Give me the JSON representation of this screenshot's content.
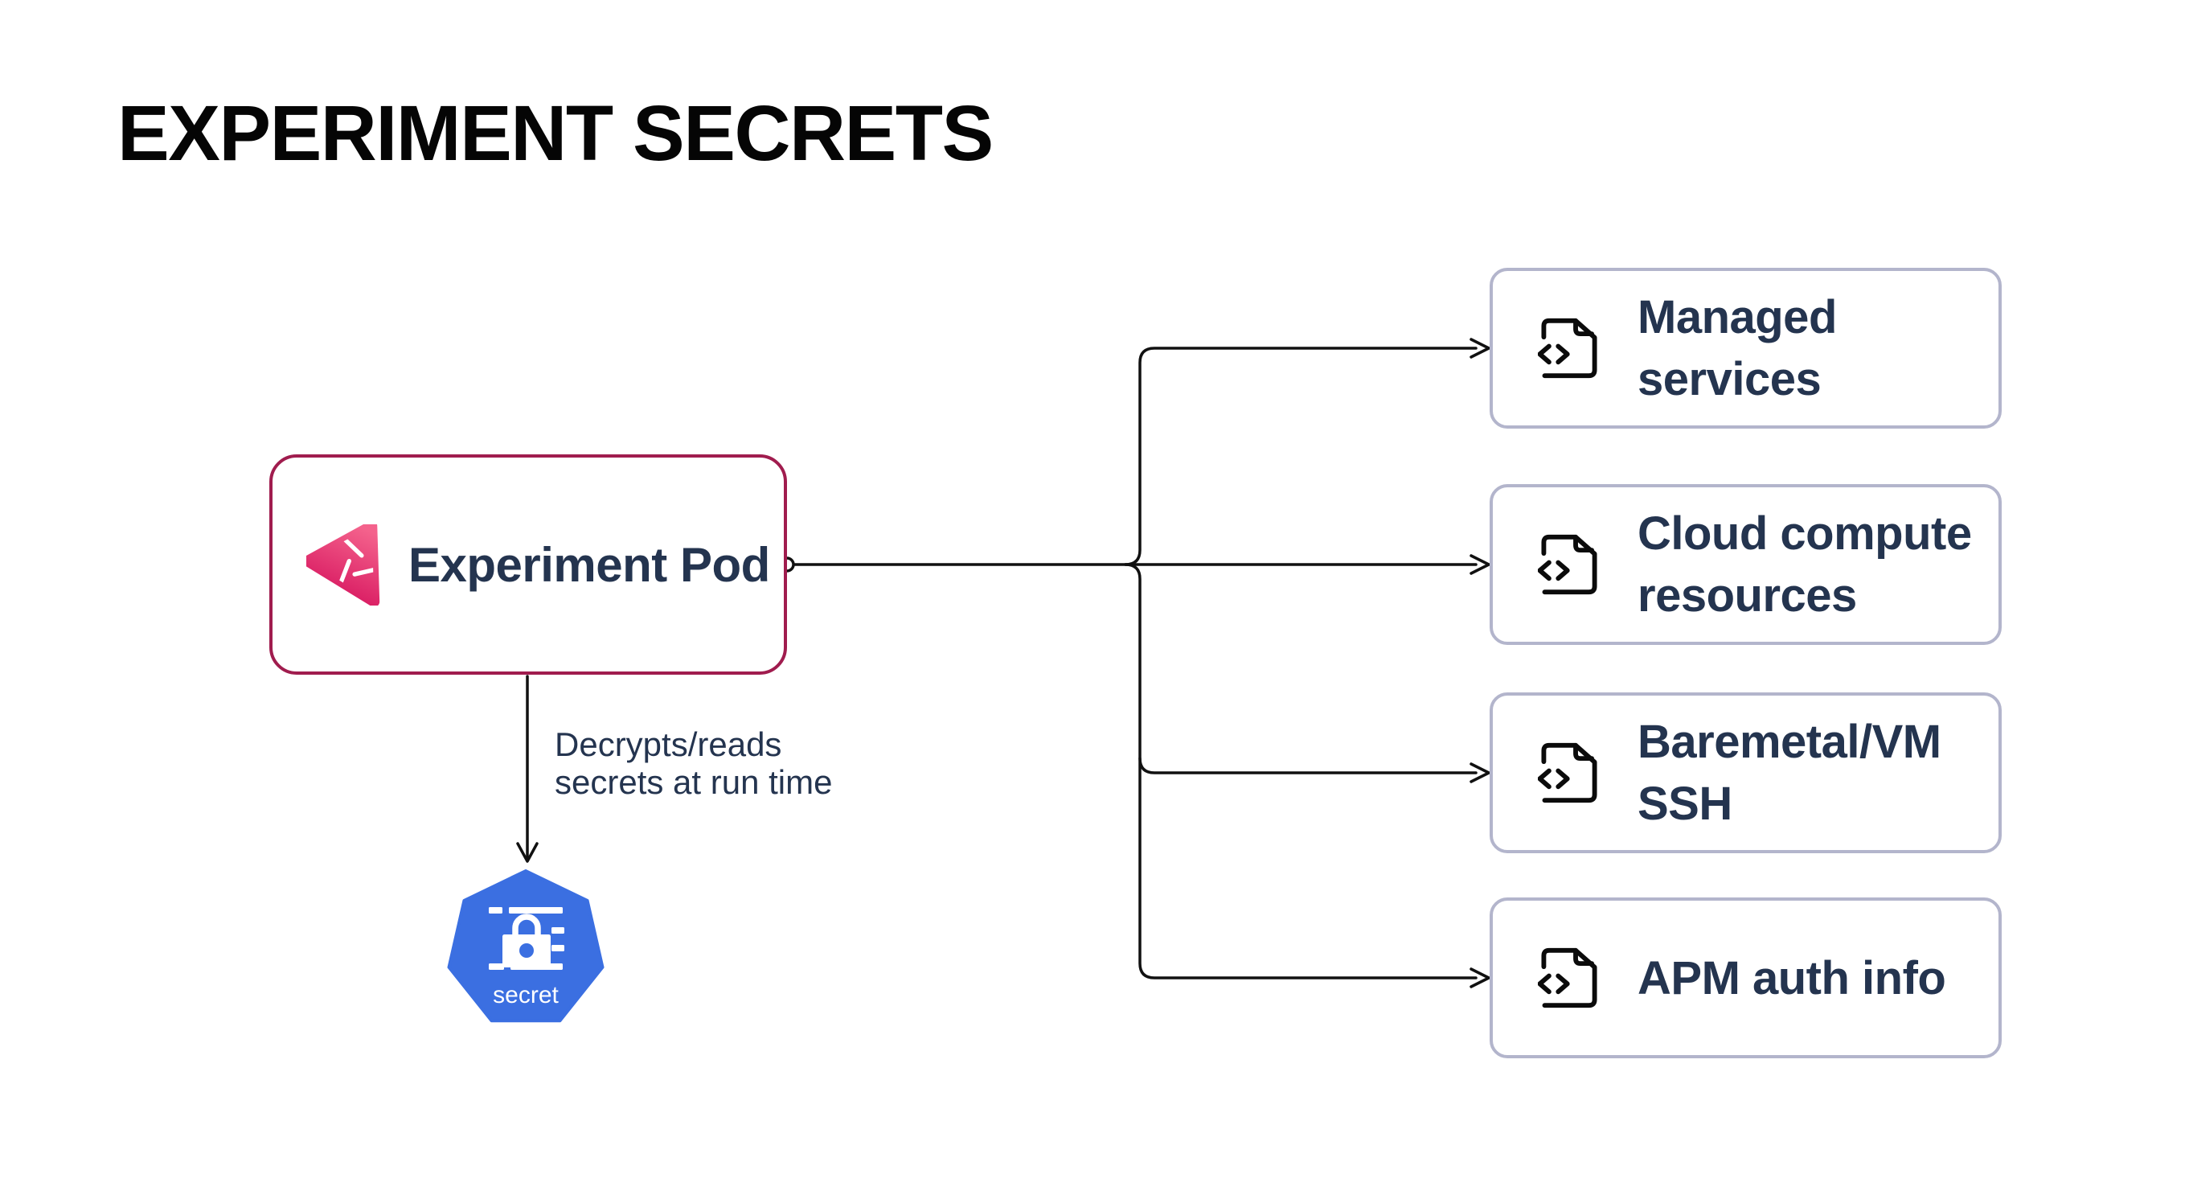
{
  "title": "EXPERIMENT SECRETS",
  "pod": {
    "label": "Experiment Pod",
    "icon": "litmus-experiment-icon"
  },
  "decrypt_note": {
    "lines": [
      "Decrypts/reads",
      "secrets at run time"
    ]
  },
  "secret_node": {
    "label": "secret",
    "icon": "kubernetes-secret-lock-icon"
  },
  "targets": [
    {
      "id": "managed-services",
      "lines": [
        "Managed",
        "services"
      ]
    },
    {
      "id": "cloud-compute",
      "lines": [
        "Cloud compute",
        "resources"
      ]
    },
    {
      "id": "baremetal-vm-ssh",
      "lines": [
        "Baremetal/VM",
        "SSH"
      ]
    },
    {
      "id": "apm-auth-info",
      "lines": [
        "APM auth info",
        ""
      ]
    }
  ],
  "colors": {
    "title_text": "#050505",
    "body_text_navy": "#24344F",
    "pod_border_crimson": "#A01C4E",
    "logo_pink_light": "#F4628C",
    "logo_pink_dark": "#D6145E",
    "target_box_border": "#B3B5CC",
    "arrow_black": "#111111",
    "kubernetes_blue": "#3B6FE1",
    "background": "#FFFFFF"
  }
}
